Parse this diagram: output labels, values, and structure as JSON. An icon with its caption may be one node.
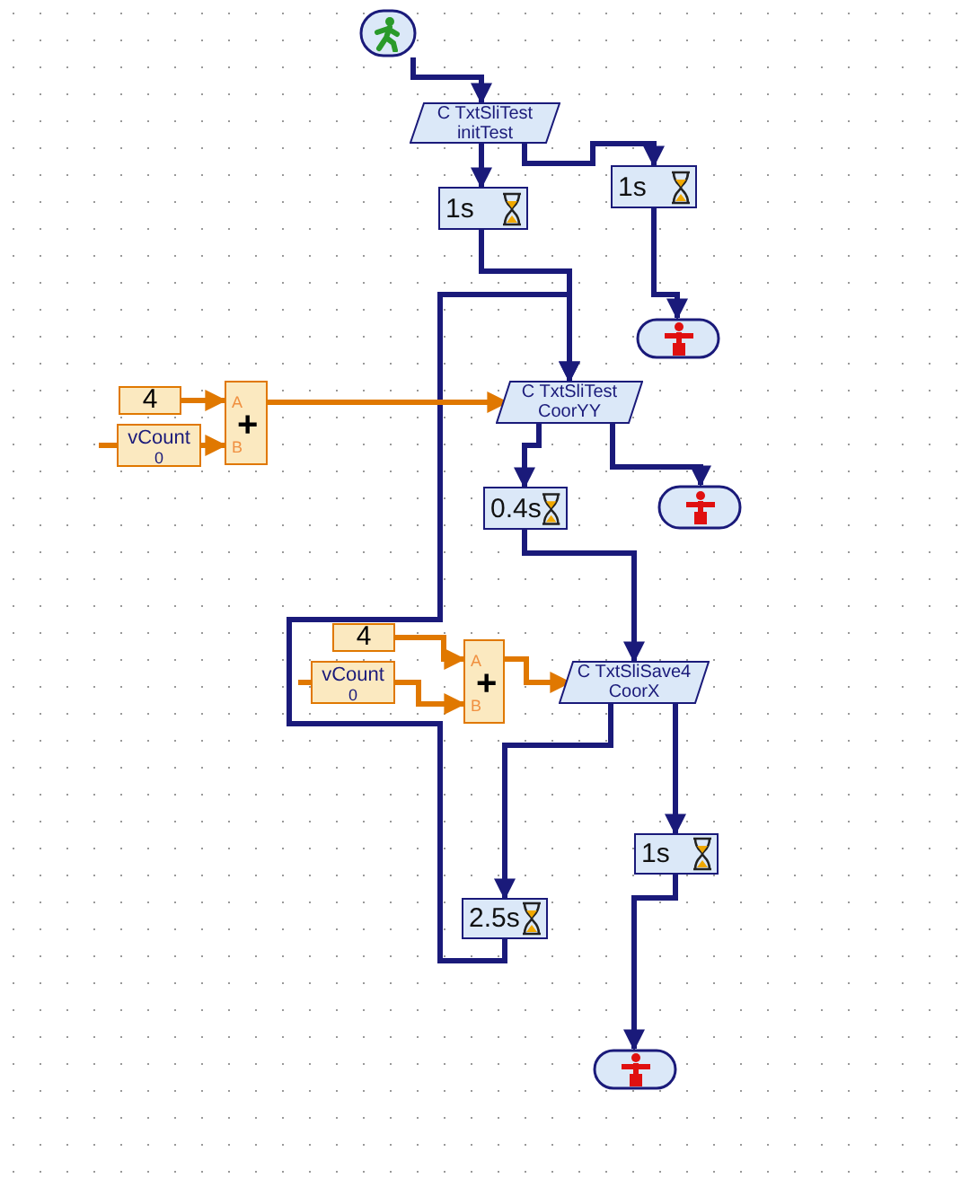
{
  "diagram": {
    "nodes": [
      {
        "text": [],
        "shape": "pill"
      },
      {
        "text": [
          "C TxtSliTest",
          "initTest"
        ]
      },
      {
        "text": [
          "1s"
        ]
      },
      {
        "text": [
          "1s"
        ]
      },
      {
        "text": [],
        "shape": "pill"
      },
      {
        "text": [
          "4"
        ]
      },
      {
        "text": [
          "vCount",
          "0"
        ]
      },
      {
        "text": [
          "A",
          "+",
          "B"
        ]
      },
      {
        "text": [
          "C TxtSliTest",
          "CoorYY"
        ]
      },
      {
        "text": [
          "0.4s"
        ]
      },
      {
        "text": [],
        "shape": "pill"
      },
      {
        "text": [
          "4"
        ]
      },
      {
        "text": [
          "vCount",
          "0"
        ]
      },
      {
        "text": [
          "A",
          "+",
          "B"
        ]
      },
      {
        "text": [
          "C TxtSliSave4",
          "CoorX"
        ]
      },
      {
        "text": [
          "1s"
        ]
      },
      {
        "text": [
          "2.5s"
        ]
      },
      {
        "text": [],
        "shape": "pill"
      }
    ],
    "edges": [
      {
        "from": 0,
        "to": 1,
        "arrow": "to"
      },
      {
        "from": 1,
        "to": 2,
        "arrow": "to"
      },
      {
        "from": 1,
        "to": 3,
        "arrow": "to"
      },
      {
        "from": 3,
        "to": 4,
        "arrow": "to"
      },
      {
        "from": 2,
        "to": 8,
        "arrow": "to"
      },
      {
        "from": 16,
        "to": 8,
        "arrow": "to"
      },
      {
        "from": 8,
        "to": 9,
        "arrow": "to"
      },
      {
        "from": 8,
        "to": 10,
        "arrow": "to"
      },
      {
        "from": 9,
        "to": 14,
        "arrow": "to"
      },
      {
        "from": 14,
        "to": 16,
        "arrow": "to"
      },
      {
        "from": 14,
        "to": 15,
        "arrow": "to"
      },
      {
        "from": 15,
        "to": 17,
        "arrow": "to"
      },
      {
        "from": null,
        "to": 6,
        "arrow": "none",
        "color": "#e07800"
      },
      {
        "from": 5,
        "to": 7,
        "arrow": "to",
        "color": "#e07800"
      },
      {
        "from": 6,
        "to": 7,
        "arrow": "to",
        "color": "#e07800"
      },
      {
        "from": 7,
        "to": 8,
        "arrow": "to",
        "color": "#e07800"
      },
      {
        "from": null,
        "to": 12,
        "arrow": "none",
        "color": "#e07800"
      },
      {
        "from": 11,
        "to": 13,
        "arrow": "to",
        "color": "#e07800"
      },
      {
        "from": 12,
        "to": 13,
        "arrow": "to",
        "color": "#e07800"
      },
      {
        "from": 13,
        "to": 14,
        "arrow": "to",
        "color": "#e07800"
      }
    ]
  }
}
